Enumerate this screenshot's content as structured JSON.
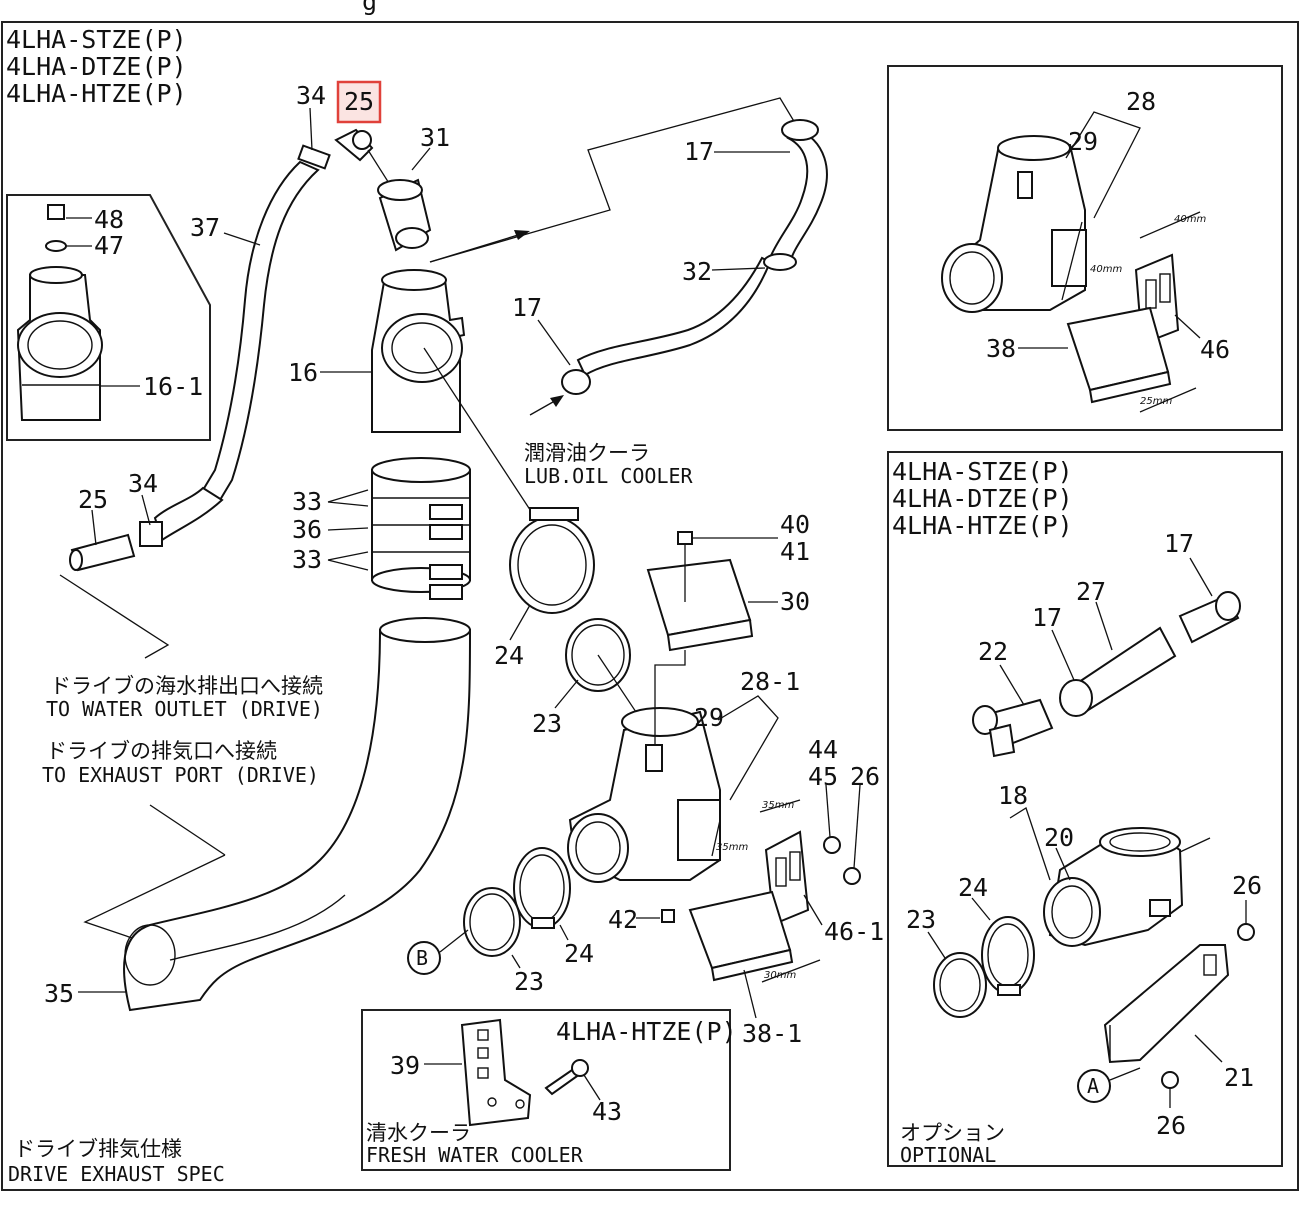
{
  "header_fragment": "g",
  "models": [
    "4LHA-STZE(P)",
    "4LHA-DTZE(P)",
    "4LHA-HTZE(P)"
  ],
  "highlight_color": "#e0413a",
  "callouts": {
    "c34a": "34",
    "c25a": "25",
    "c31": "31",
    "c17a": "17",
    "c37": "37",
    "c48": "48",
    "c47": "47",
    "c16_1": "16-1",
    "c16": "16",
    "c32": "32",
    "c17b": "17",
    "c25b": "25",
    "c34b": "34",
    "c33a": "33",
    "c36": "36",
    "c33b": "33",
    "c24a": "24",
    "c40": "40",
    "c41": "41",
    "c30": "30",
    "c23a": "23",
    "c28_1": "28-1",
    "c29b": "29",
    "c44": "44",
    "c45": "45",
    "c26a": "26",
    "c46_1": "46-1",
    "c42": "42",
    "c24b": "24",
    "c23b": "23",
    "c38_1": "38-1",
    "c35": "35",
    "c39": "39",
    "c43": "43",
    "c28": "28",
    "c29a": "29",
    "c38": "38",
    "c46": "46",
    "c17c": "17",
    "c27": "27",
    "c17d": "17",
    "c22": "22",
    "c18": "18",
    "c20": "20",
    "c24c": "24",
    "c23c": "23",
    "c26b": "26",
    "c21": "21",
    "c26c": "26"
  },
  "markers": {
    "b": "B",
    "a": "A"
  },
  "dims": {
    "d40a": "40mm",
    "d40b": "40mm",
    "d25a": "25mm",
    "d35a": "35mm",
    "d35b": "35mm",
    "d30": "30mm"
  },
  "notes": {
    "lub_jp": "潤滑油クーラ",
    "lub_en": "LUB.OIL COOLER",
    "water_jp": "ドライブの海水排出口へ接続",
    "water_en": "TO WATER OUTLET (DRIVE)",
    "exhaust_jp": "ドライブの排気口へ接続",
    "exhaust_en": "TO EXHAUST PORT (DRIVE)",
    "drive_jp": "ドライブ排気仕様",
    "drive_en": "DRIVE EXHAUST SPEC",
    "fresh_model": "4LHA-HTZE(P)",
    "fresh_jp": "清水クーラ",
    "fresh_en": "FRESH WATER COOLER",
    "optional_jp": "オプション",
    "optional_en": "OPTIONAL"
  }
}
